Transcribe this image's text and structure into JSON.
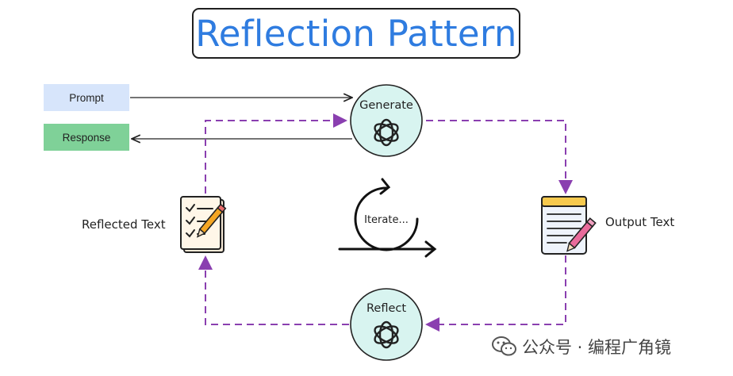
{
  "diagram": {
    "title": "Reflection Pattern",
    "prompt_label": "Prompt",
    "response_label": "Response",
    "generate_label": "Generate",
    "reflect_label": "Reflect",
    "reflected_text_label": "Reflected Text",
    "output_text_label": "Output Text",
    "iterate_label": "Iterate..."
  },
  "watermark": {
    "text": "公众号 · 编程广角镜",
    "icon": "wechat-icon"
  },
  "colors": {
    "title": "#2f7ce0",
    "prompt_bg": "#d7e5fb",
    "response_bg": "#7fd198",
    "node_fill": "#d8f4f0",
    "dashed_arrow": "#8a3fb0",
    "solid_arrow": "#222222"
  }
}
